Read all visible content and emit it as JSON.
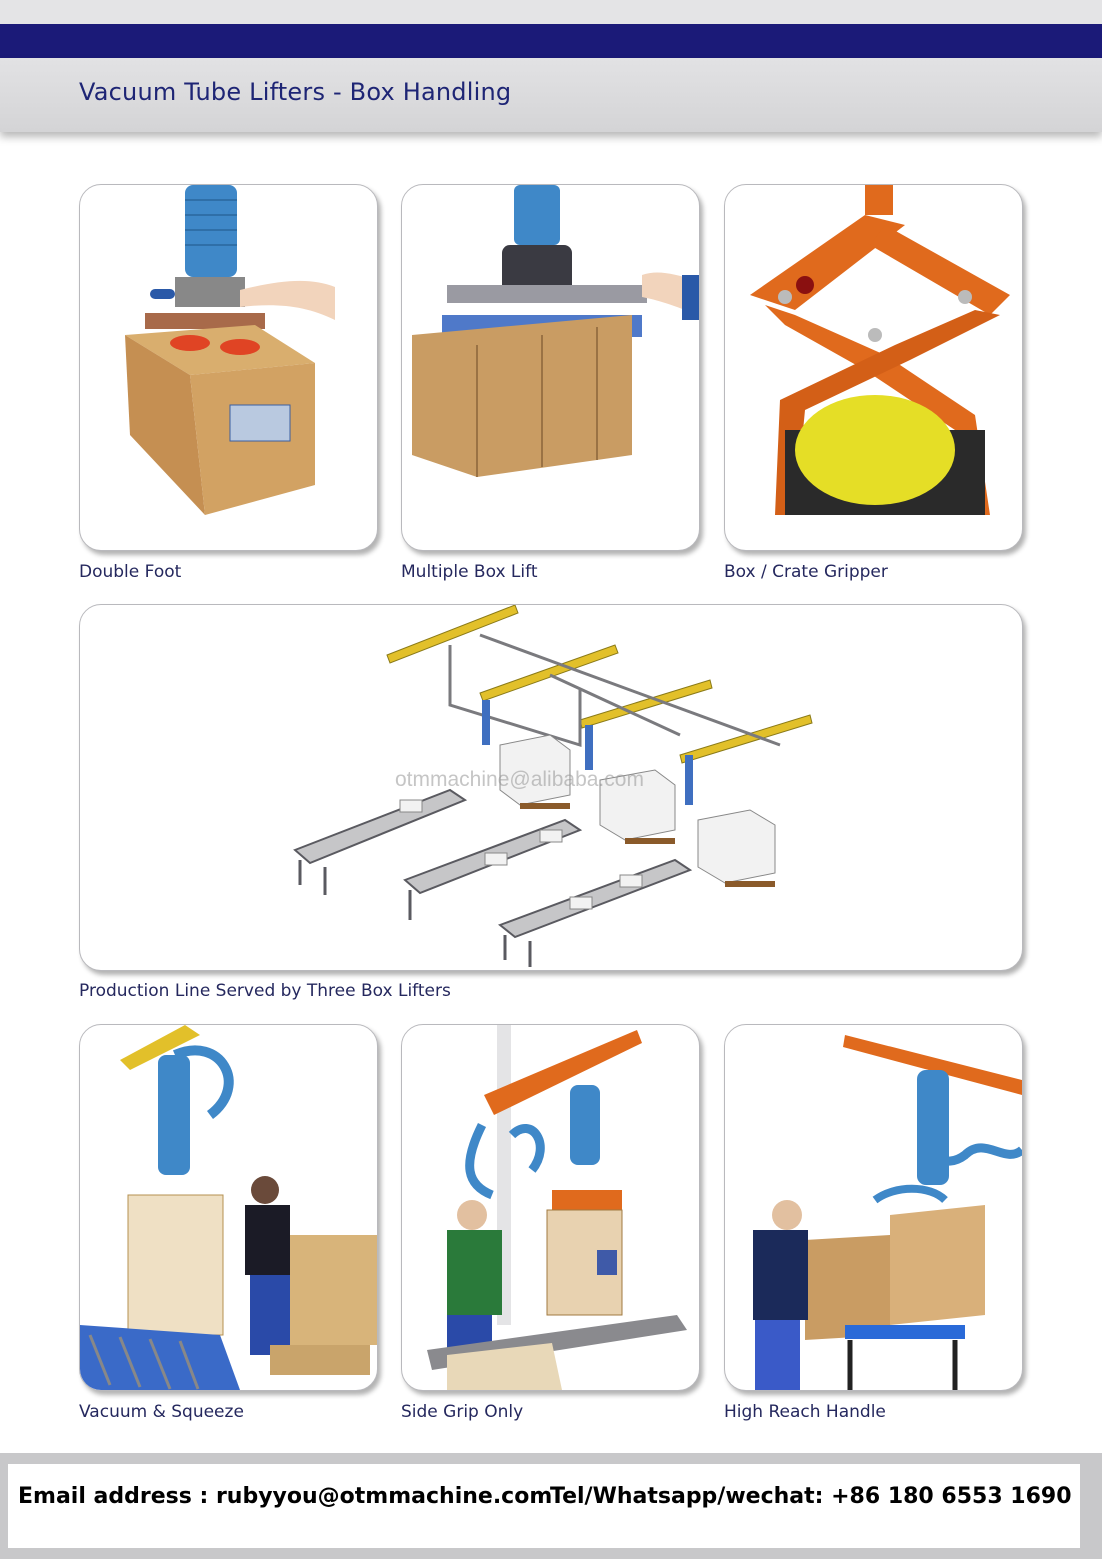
{
  "header": {
    "title": "Vacuum Tube Lifters - Box Handling"
  },
  "products": [
    {
      "caption": "Double Foot"
    },
    {
      "caption": "Multiple Box Lift"
    },
    {
      "caption": "Box / Crate Gripper"
    },
    {
      "caption": "Production Line Served by Three Box Lifters"
    },
    {
      "caption": "Vacuum & Squeeze"
    },
    {
      "caption": "Side Grip Only"
    },
    {
      "caption": "High Reach Handle"
    }
  ],
  "watermark": "otmmachine@alibaba.com",
  "footer": {
    "email": "Email address : rubyyou@otmmachine.com",
    "phone": "Tel/Whatsapp/wechat: +86 180 6553 1690"
  },
  "colors": {
    "navy": "#1b1a78",
    "title": "#1e2575",
    "tube_blue": "#3f88c8",
    "cardboard": "#c89a5c",
    "gripper_orange": "#e06a1d",
    "rail_yellow": "#e2c02a"
  }
}
